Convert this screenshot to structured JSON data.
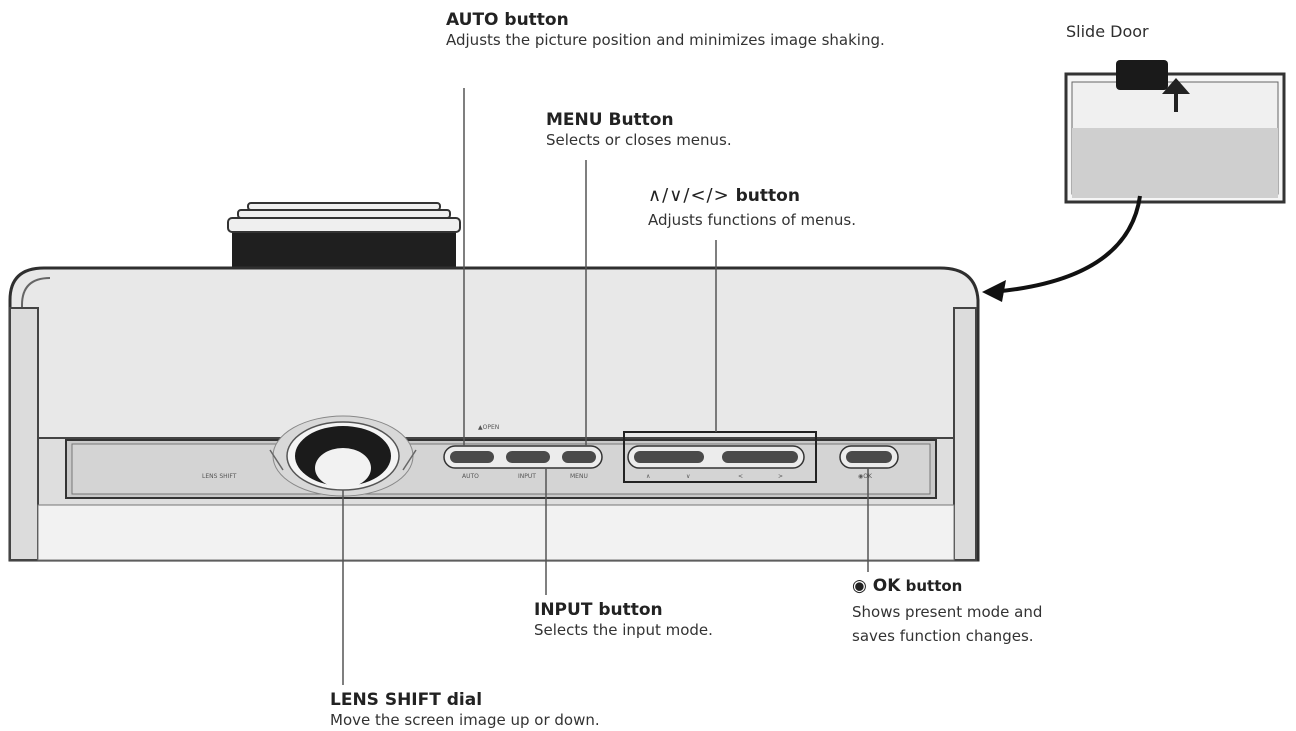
{
  "labels": {
    "auto": {
      "title": "AUTO button",
      "desc": "Adjusts the picture position and minimizes image shaking."
    },
    "menu": {
      "title": "MENU Button",
      "desc": "Selects or closes menus."
    },
    "arrows": {
      "symbols": "∧/∨/</>",
      "title": " button",
      "desc": "Adjusts functions of menus."
    },
    "ok": {
      "symbol": "◉",
      "title": " OK",
      "title_suffix": " button",
      "desc_line1": "Shows present mode and",
      "desc_line2": "saves function changes."
    },
    "input": {
      "title": "INPUT button",
      "desc": "Selects the input mode."
    },
    "lens": {
      "title": "LENS SHIFT dial",
      "desc": "Move the screen image up or down."
    },
    "slide_door": "Slide Door"
  },
  "panel_text": {
    "open": "▲OPEN",
    "lens_shift": "LENS SHIFT",
    "auto": "AUTO",
    "input": "INPUT",
    "menu": "MENU",
    "up": "∧",
    "down": "∨",
    "left": "<",
    "right": ">",
    "ok": "◉OK"
  },
  "colors": {
    "body": "#e9e9e9",
    "outline": "#3a3a3a",
    "button": "#4a4a4a",
    "dial": "#1a1a1a"
  }
}
